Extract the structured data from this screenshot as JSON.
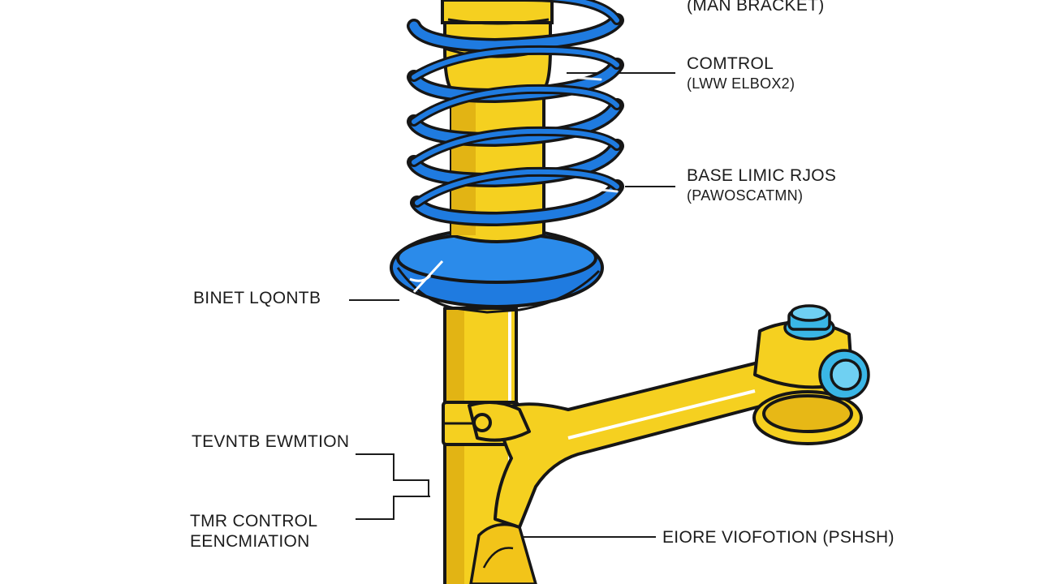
{
  "labels": {
    "top_partial": "(MAN BRACKET)",
    "control_arm": {
      "line1": "COMTROL",
      "line2": "(LWW ELBOX2)"
    },
    "base_mount": {
      "line1": "BASE LIMIC RJOS",
      "line2": "(PAWOSCATMN)"
    },
    "bnet_lgonte": "BINET LQONTB",
    "tie_rod": "TEVNTB EWMTION",
    "tmr_control": {
      "line1": "TMR CONTROL",
      "line2": "EENCMIATION"
    },
    "bottom_right": "EIORE VIOFOTION (PSHSH)"
  },
  "colors": {
    "spring": "#1f7be0",
    "strut": "#f5d020",
    "strut_shadow": "#d8a90c",
    "outline": "#161616",
    "bolt": "#3ab6e6"
  }
}
